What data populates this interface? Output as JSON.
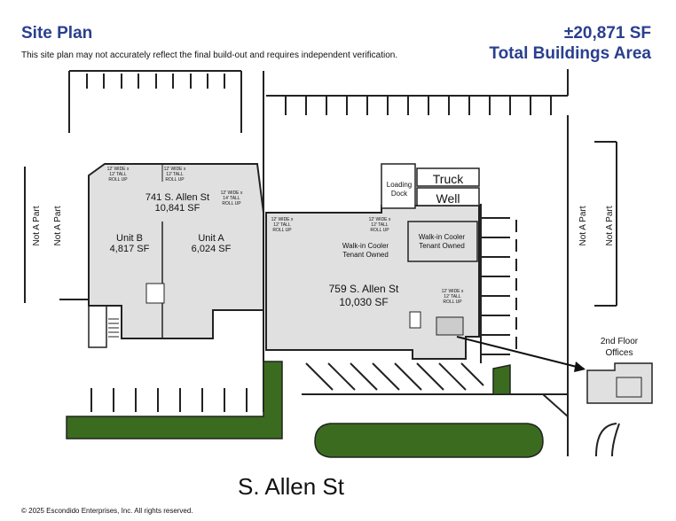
{
  "header": {
    "title": "Site Plan",
    "disclaimer": "This site plan may not accurately reflect the final build-out and requires independent verification.",
    "total_area": "±20,871 SF",
    "total_area_label": "Total Buildings Area"
  },
  "building_741": {
    "name": "741 S. Allen St",
    "area": "10,841 SF",
    "unit_b_name": "Unit B",
    "unit_b_area": "4,817 SF",
    "unit_a_name": "Unit A",
    "unit_a_area": "6,024 SF",
    "door1": [
      "12' WIDE x",
      "12' TALL",
      "ROLL UP"
    ],
    "door2": [
      "12' WIDE x",
      "12' TALL",
      "ROLL UP"
    ],
    "door3": [
      "12' WIDE x",
      "14' TALL",
      "ROLL UP"
    ]
  },
  "building_759": {
    "name": "759 S. Allen St",
    "area": "10,030 SF",
    "cooler1": [
      "Walk-in Cooler",
      "Tenant Owned"
    ],
    "cooler2": [
      "Walk-in Cooler",
      "Tenant Owned"
    ],
    "door1": [
      "12' WIDE x",
      "12' TALL",
      "ROLL UP"
    ],
    "door2": [
      "12' WIDE x",
      "12' TALL",
      "ROLL UP"
    ],
    "door3": [
      "12' WIDE x",
      "12' TALL",
      "ROLL UP"
    ]
  },
  "loading": {
    "loading_dock": [
      "Loading",
      "Dock"
    ],
    "truck": "Truck",
    "well": "Well"
  },
  "not_a_part": "Not A Part",
  "offices_label": [
    "2nd Floor",
    "Offices"
  ],
  "street": "S. Allen St",
  "copyright": "© 2025 Escondido Enterprises, Inc. All rights reserved.",
  "colors": {
    "title": "#2a3f8f",
    "building_fill": "#e0e0e0",
    "landscape": "#3a6b1f",
    "outline": "#222222"
  }
}
